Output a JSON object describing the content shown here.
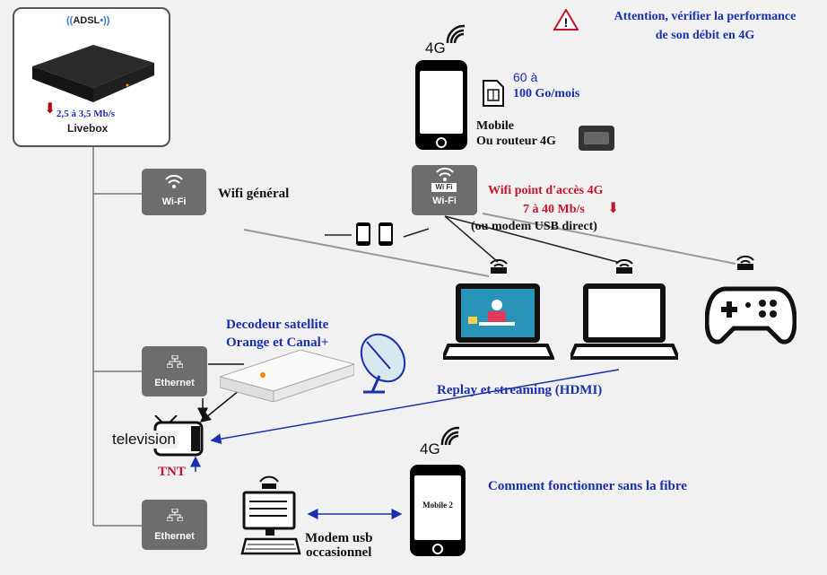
{
  "attention": {
    "line1": "Attention, vérifier la performance",
    "line2": "de son débit en 4G"
  },
  "livebox": {
    "adsl": "ADSL",
    "speed": "2,5 à 3,5 Mb/s",
    "name": "Livebox"
  },
  "mobile": {
    "badge": "4G",
    "data_line1": "60 à",
    "data_line2": "100 Go/mois",
    "label_line1": "Mobile",
    "label_line2": "Ou routeur 4G"
  },
  "hotspot": {
    "box_label": "Wi-Fi",
    "title": "Wifi point d'accès 4G",
    "speed": "7 à 40  Mb/s",
    "note": "(ou modem USB direct)"
  },
  "wifi_general": {
    "box_label": "Wi-Fi",
    "label": "Wifi général"
  },
  "decoder": {
    "line1": "Decodeur satellite",
    "line2": "Orange et Canal+"
  },
  "ethernet1": {
    "box_label": "Ethernet"
  },
  "ethernet2": {
    "box_label": "Ethernet"
  },
  "streaming": {
    "label": "Replay et streaming (HDMI)"
  },
  "tv": {
    "label": "television",
    "tnt": "TNT"
  },
  "mobile2": {
    "badge": "4G",
    "label": "Mobile 2"
  },
  "fibre": {
    "label": "Comment fonctionner sans la fibre"
  },
  "modem": {
    "line1": "Modem usb",
    "line2": "occasionnel"
  },
  "colors": {
    "blue": "#1a2fb0",
    "red": "#c8142a",
    "box": "#6d6d6d"
  }
}
